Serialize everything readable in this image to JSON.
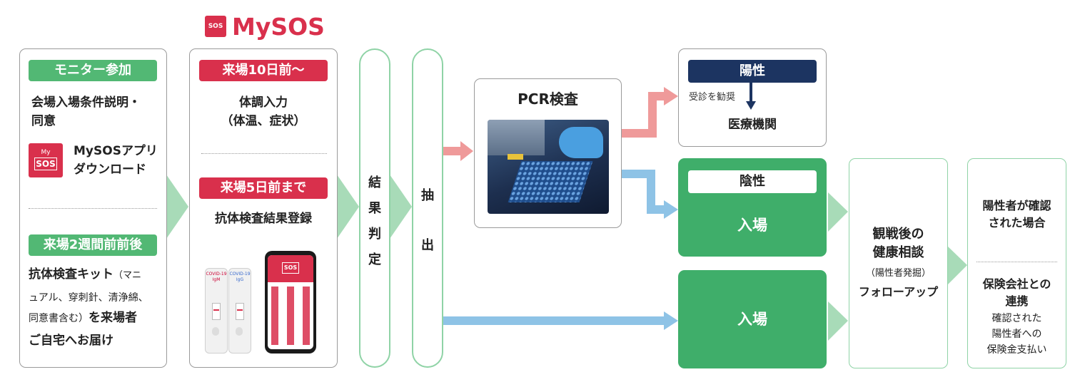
{
  "logo": {
    "brand": "MySOS",
    "badge_text": "SOS"
  },
  "col1": {
    "label_top": "モニター参加",
    "line1": "会場入場条件説明・",
    "line2": "同意",
    "app_line1": "MySOSアプリ",
    "app_line2": "ダウンロード",
    "app_icon_text": "SOS",
    "app_icon_small": "My",
    "label_bottom": "来場2週間前前後",
    "kit_line1": "抗体検査キット",
    "kit_line1b": "（マニ",
    "kit_line2": "ュアル、穿刺針、清浄綿、",
    "kit_line3": "同意書含む）",
    "kit_line3b": "を来場者",
    "kit_line4": "ご自宅へお届け"
  },
  "col2": {
    "label_top": "来場10日前〜",
    "line1": "体調入力",
    "line2": "（体温、症状）",
    "label_bottom": "来場5日前まで",
    "line3": "抗体検査結果登録",
    "kit_a_text": "COVID-19 IgM",
    "kit_b_text": "COVID-19 IgG",
    "phone_logo": "SOS"
  },
  "steps": {
    "judge": [
      "結",
      "果",
      "判",
      "定"
    ],
    "extract": [
      "抽",
      "出"
    ]
  },
  "pcr": {
    "title": "PCR検査"
  },
  "positive": {
    "label": "陽性",
    "note": "受診を勧奨",
    "dest": "医療機関"
  },
  "negative": {
    "label": "陰性",
    "result": "入場"
  },
  "direct": {
    "result": "入場"
  },
  "followup": {
    "line1": "観戦後の",
    "line2": "健康相談",
    "line3": "（陽性者発掘）",
    "line4": "フォローアップ"
  },
  "final": {
    "line1": "陽性者が確認",
    "line2": "された場合",
    "line3": "保険会社との",
    "line4": "連携",
    "line5": "確認された",
    "line6": "陽性者への",
    "line7": "保険金支払い"
  },
  "colors": {
    "brand_red": "#d9304c",
    "green_label": "#52b874",
    "green_box": "#3fae6a",
    "pale_green": "#a8dbb8",
    "arrow_pink": "#ef9a9a",
    "arrow_blue": "#8ec3e6",
    "navy": "#1c3461"
  }
}
